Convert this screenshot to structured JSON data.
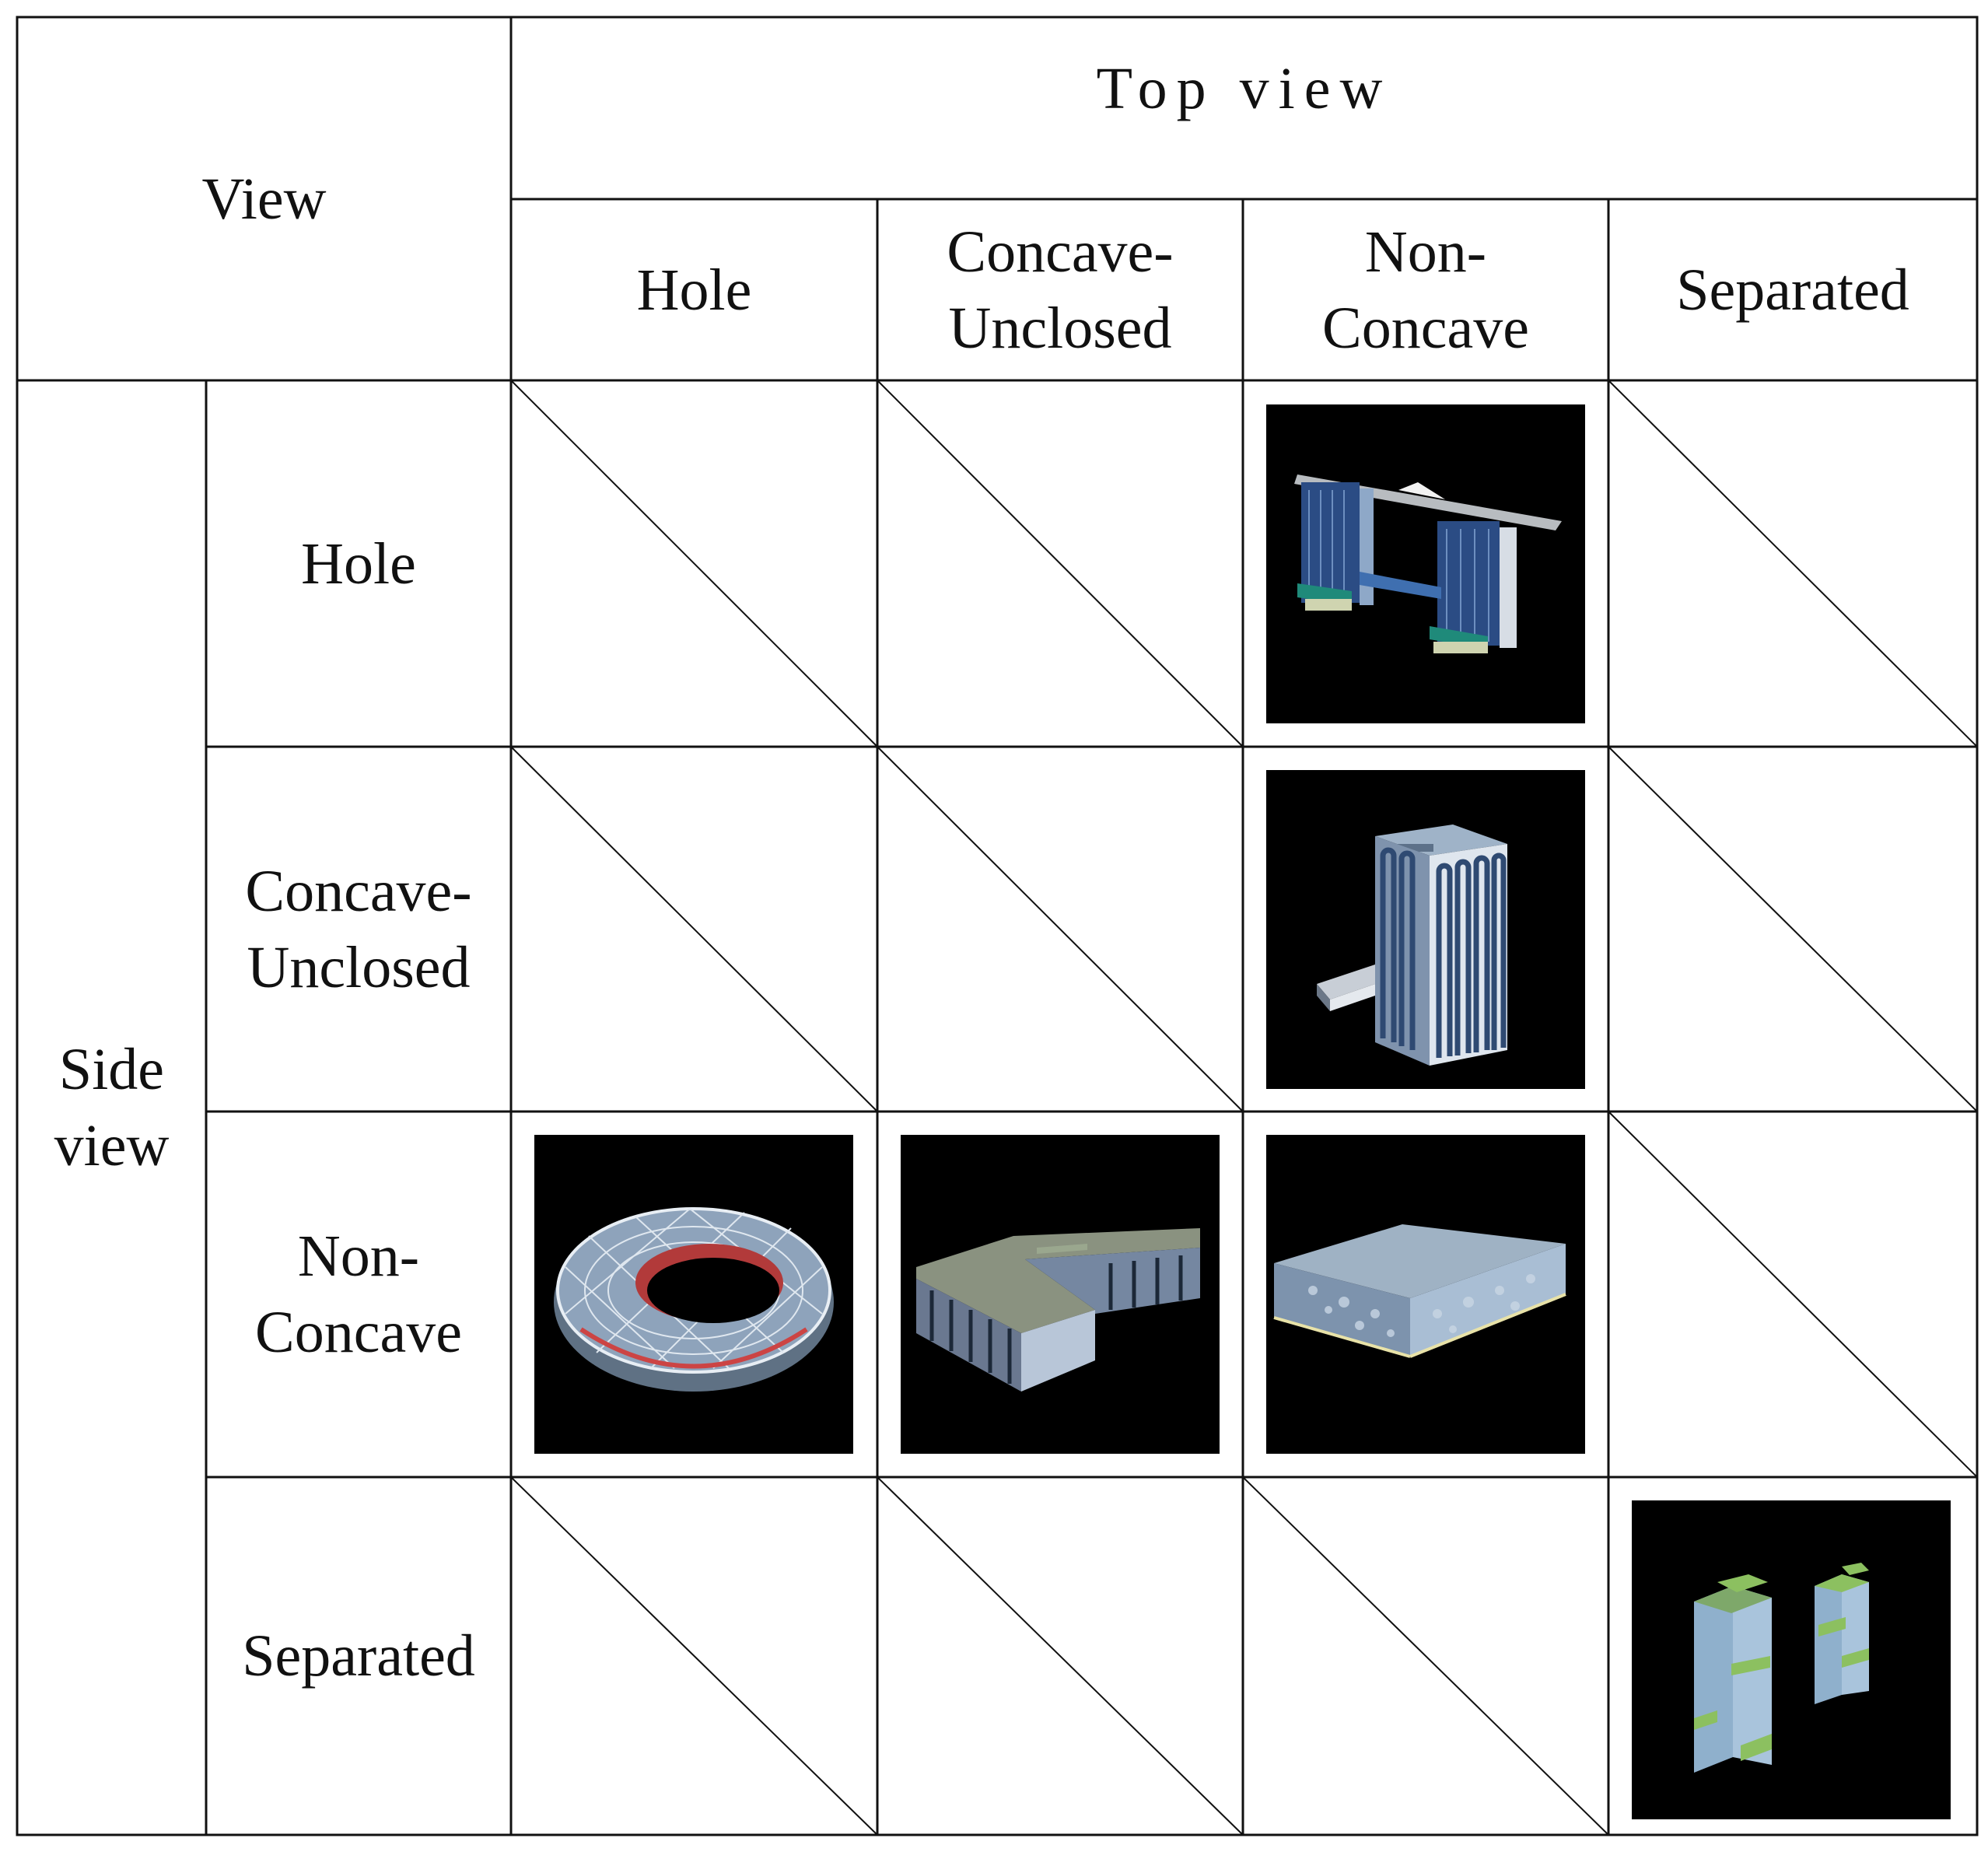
{
  "corner_label": "View",
  "top_header": "Top view",
  "side_header": "Side\nview",
  "top_columns": [
    "Hole",
    "Concave-\nUnclosed",
    "Non-\nConcave",
    "Separated"
  ],
  "side_rows": [
    "Hole",
    "Concave-\nUnclosed",
    "Non-\nConcave",
    "Separated"
  ],
  "cells": [
    [
      "empty",
      "empty",
      "hotel-twin-towers-bridge",
      "empty"
    ],
    [
      "empty",
      "empty",
      "arched-tower-with-podium",
      "empty"
    ],
    [
      "stadium-bowl",
      "l-shaped-building",
      "flat-box-building",
      "empty"
    ],
    [
      "empty",
      "empty",
      "empty",
      "twin-separated-towers"
    ]
  ]
}
